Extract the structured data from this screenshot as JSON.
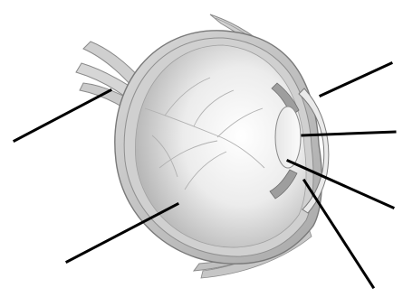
{
  "diagram": {
    "subject": "eye-cross-section",
    "style": "grayscale-illustration",
    "label_lines": 6,
    "labels_text": [],
    "colors": {
      "background": "#ffffff",
      "leader_line": "#000000",
      "tissue_outline": "#7a7a7a",
      "globe_fill": "#e2e2e2",
      "lens_fill": "#f4f4f4"
    }
  }
}
